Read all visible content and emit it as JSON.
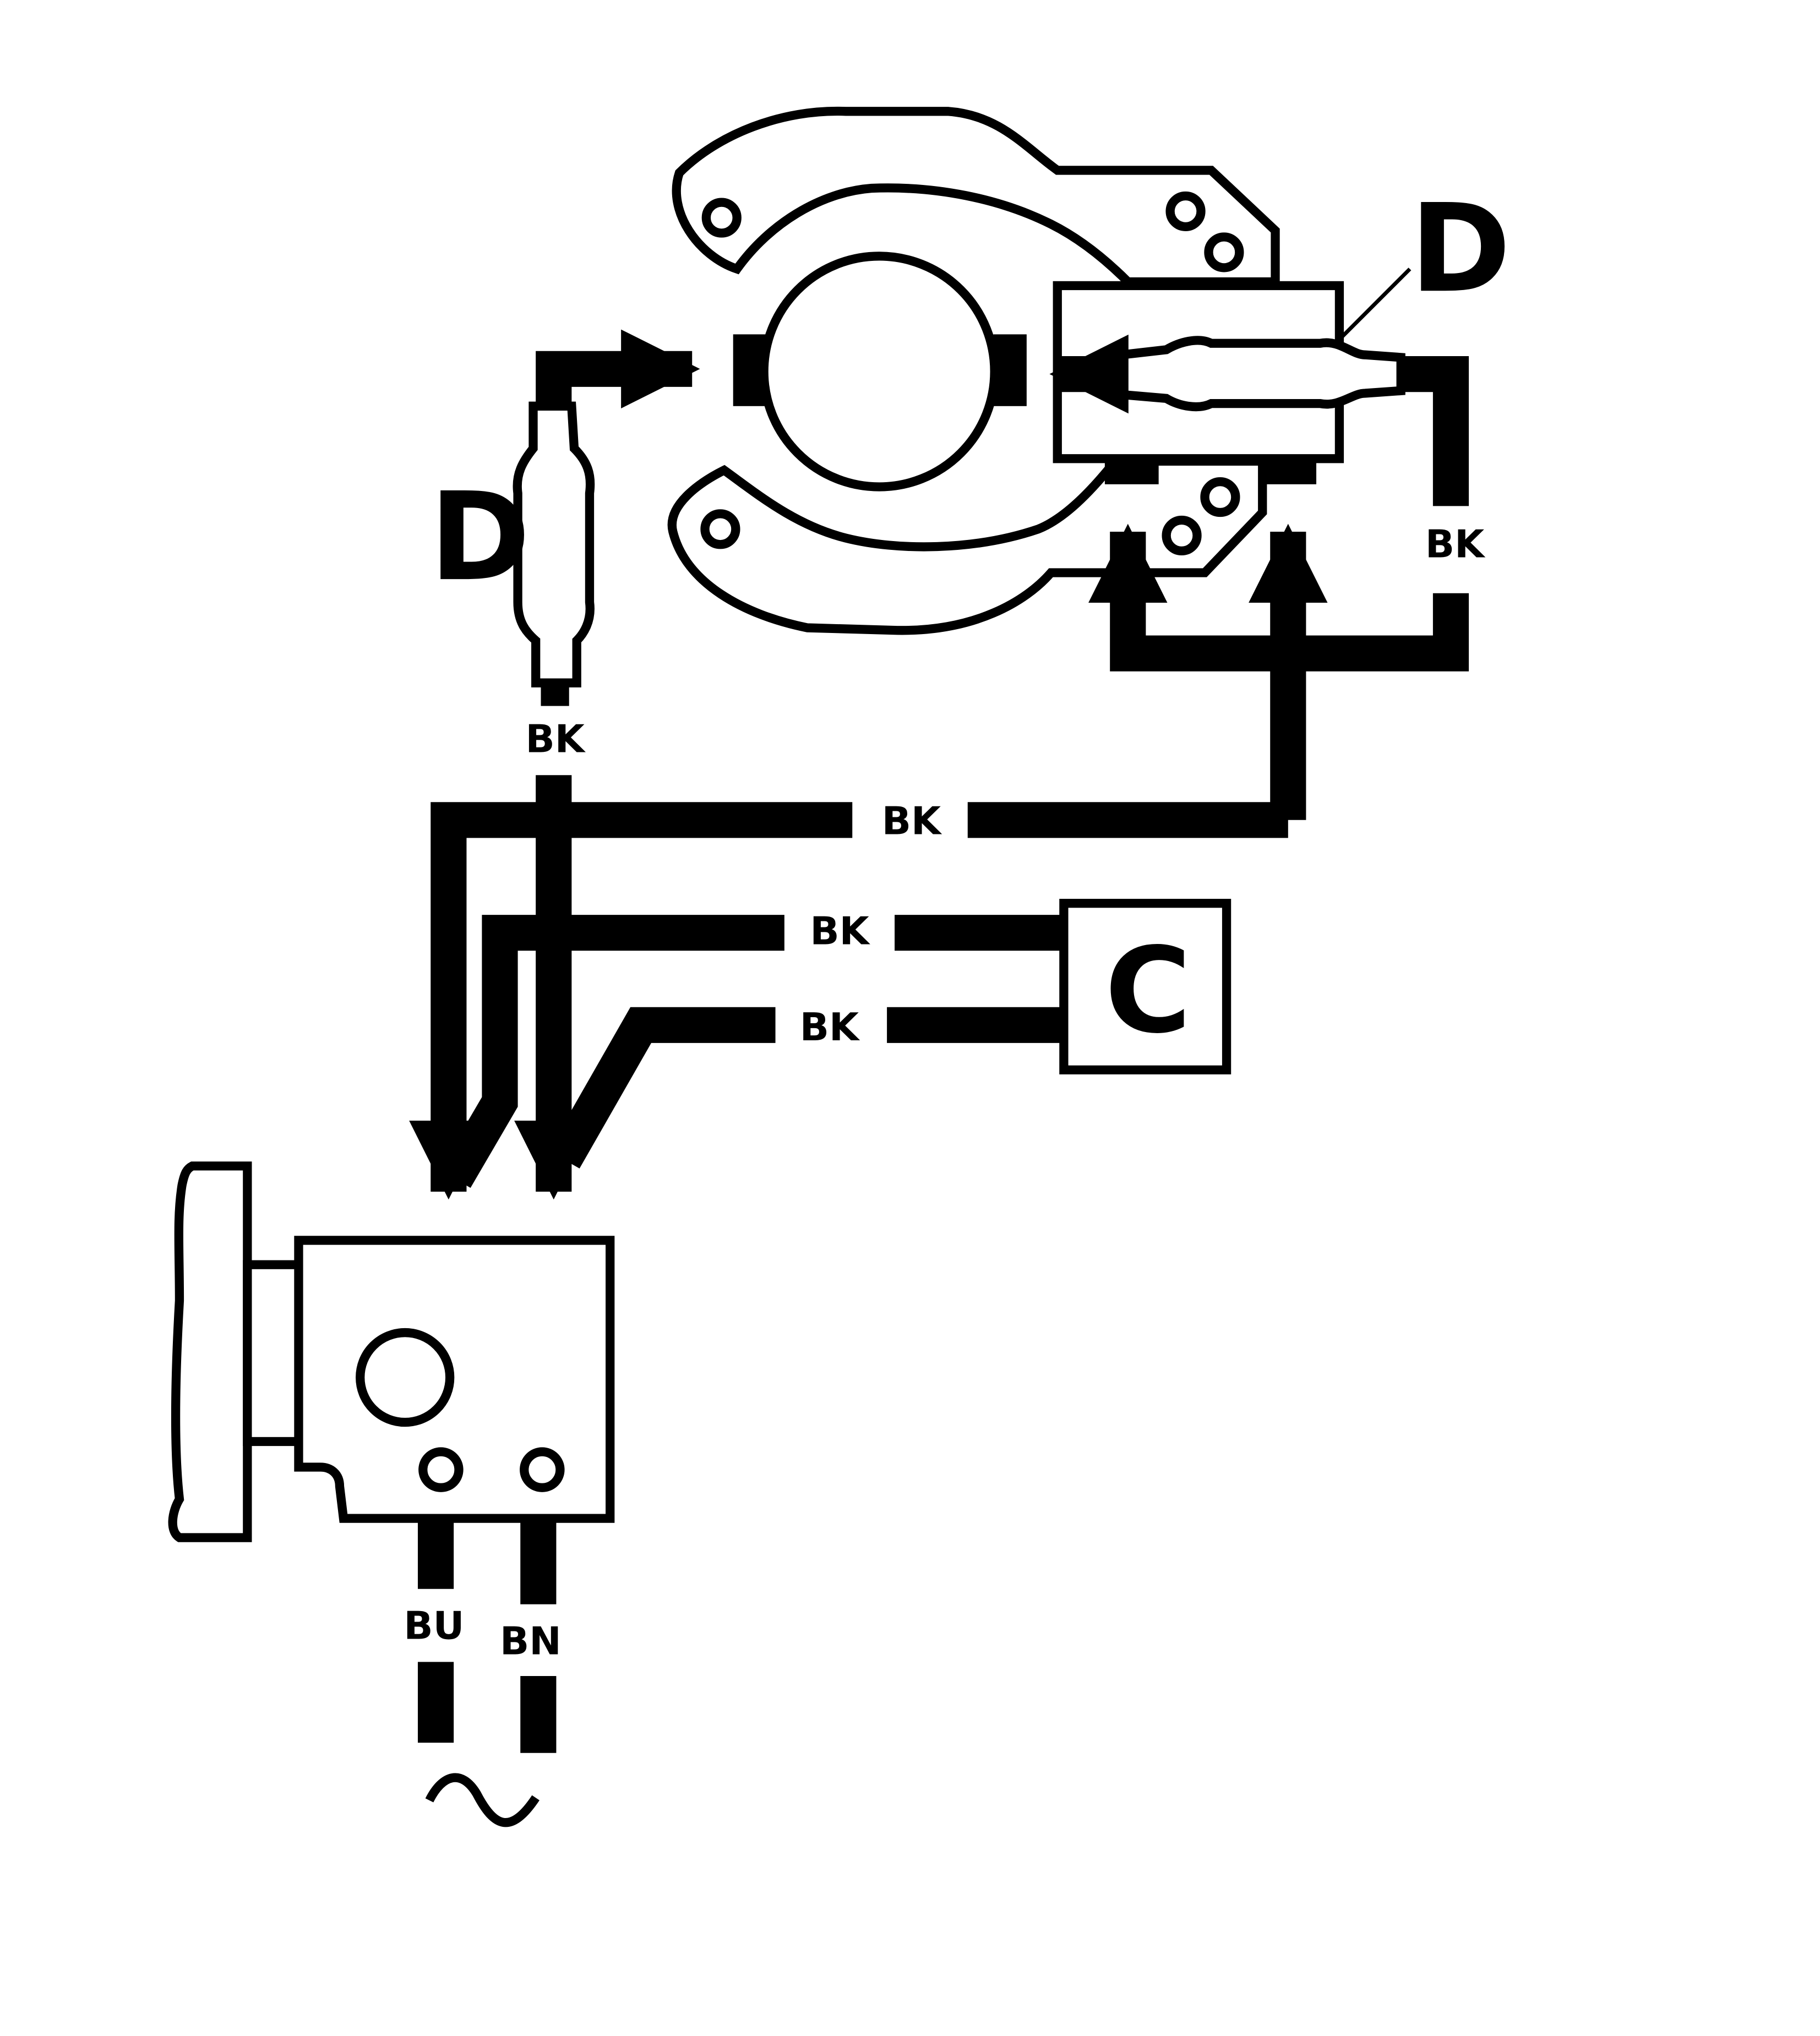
{
  "diagram": {
    "component_labels": {
      "heater_element_left": "D",
      "heater_element_right": "D",
      "capacitor_box": "C"
    },
    "wire_labels": {
      "left_heater_lead": "BK",
      "right_heater_lead": "BK",
      "main_feed": "BK",
      "capacitor_upper": "BK",
      "capacitor_lower": "BK",
      "supply_blue": "BU",
      "supply_brown": "BN"
    },
    "supply_symbol": "~",
    "colors": {
      "line": "#000000",
      "background": "#ffffff"
    }
  }
}
